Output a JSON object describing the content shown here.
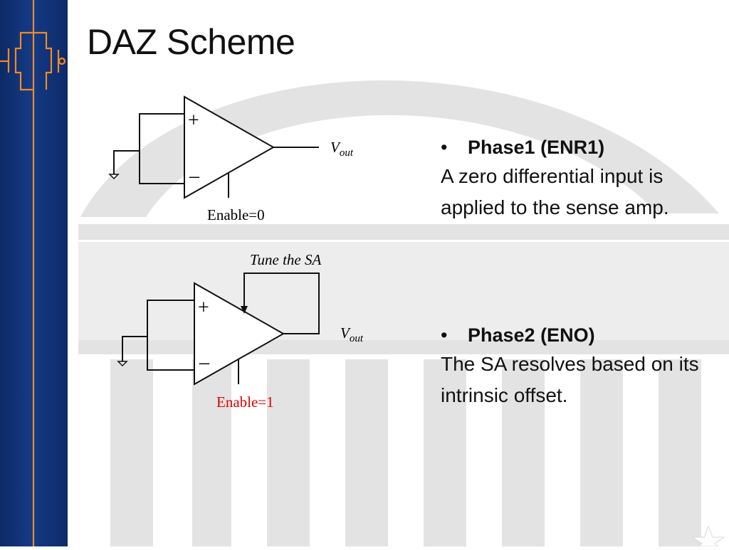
{
  "slide": {
    "title": "DAZ Scheme"
  },
  "diagram": {
    "top": {
      "plus": "+",
      "minus": "–",
      "vout": "V",
      "vout_sub": "out",
      "enable": "Enable=0"
    },
    "bottom": {
      "plus": "+",
      "minus": "–",
      "vout": "V",
      "vout_sub": "out",
      "tune": "Tune the SA",
      "enable": "Enable=1",
      "enable_color": "#e00000"
    }
  },
  "bullets": [
    {
      "marker": "•",
      "heading": "Phase1 (ENR1)",
      "body": "A zero differential input is applied to the sense amp."
    },
    {
      "marker": "•",
      "heading": "Phase2 (ENO)",
      "body": "The SA resolves based on its intrinsic offset."
    }
  ],
  "colors": {
    "sidebar_navy": "#0f2d6e",
    "sidebar_accent": "#f08a24",
    "watermark_gray": "#e3e3e3"
  },
  "icons": {
    "logo": "transistor-logo-icon",
    "corner": "star-icon"
  }
}
